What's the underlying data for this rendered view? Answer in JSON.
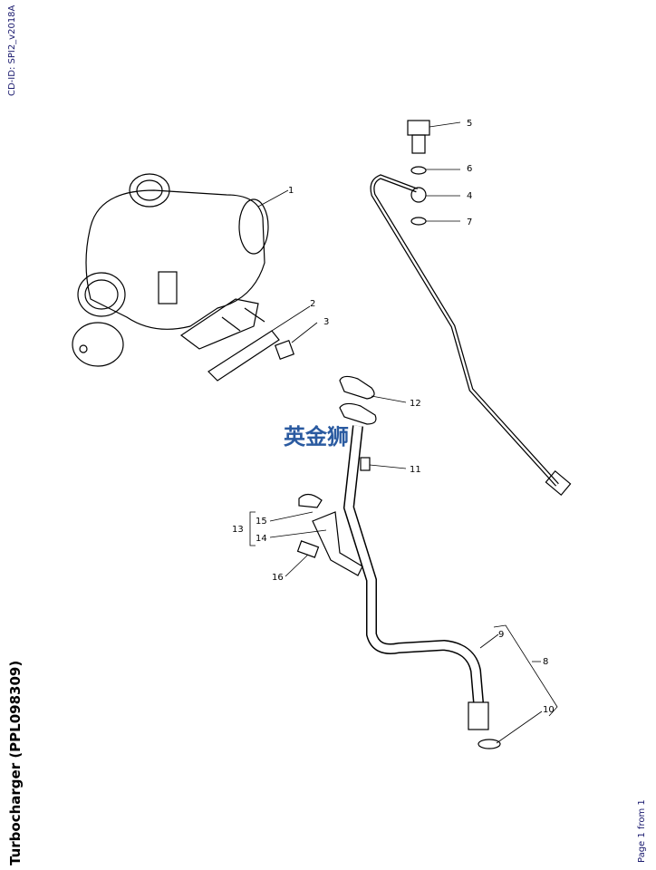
{
  "cd_id": "CD-ID: SPI2_v2018A",
  "title": "Turbocharger (PPL098309)",
  "page_label": "Page 1 from 1",
  "watermark": "英金狮",
  "callouts": [
    "1",
    "2",
    "3",
    "4",
    "5",
    "6",
    "7",
    "8",
    "9",
    "10",
    "11",
    "12",
    "13",
    "14",
    "15",
    "16"
  ]
}
